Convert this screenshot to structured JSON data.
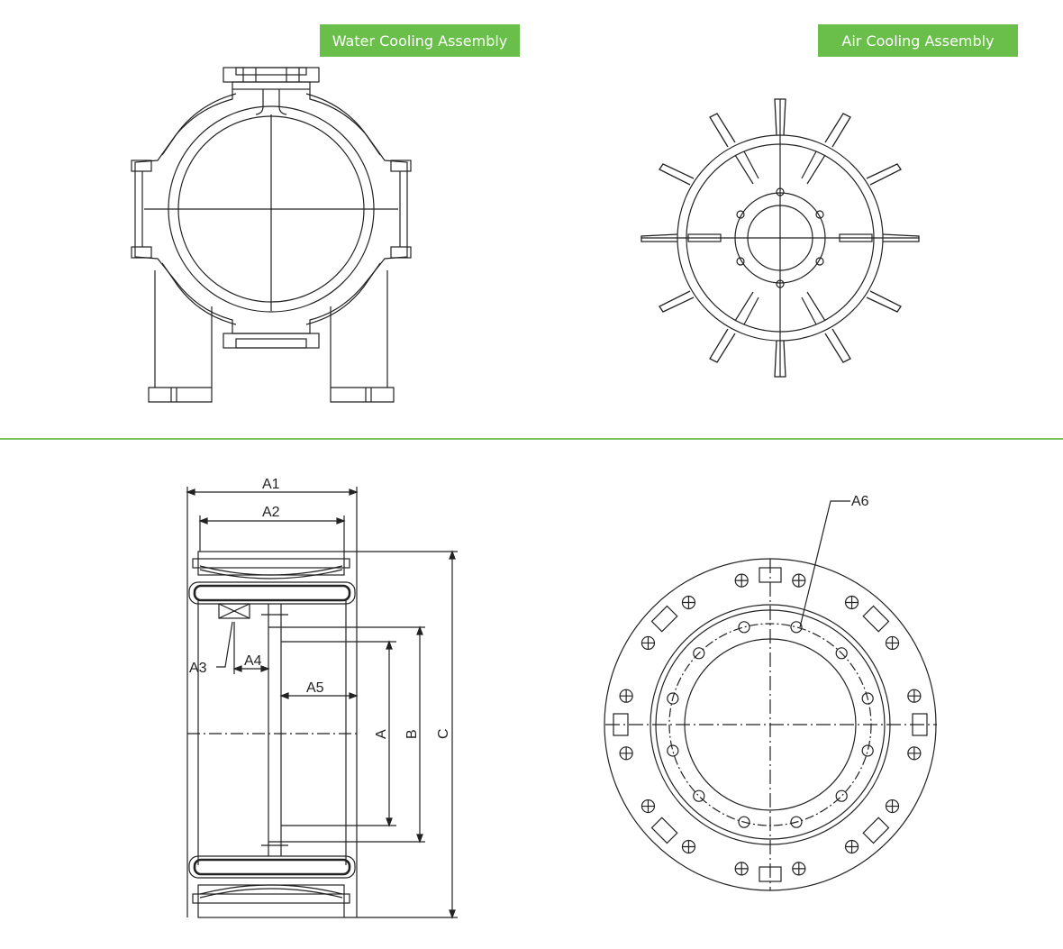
{
  "badges": {
    "water": "Water Cooling Assembly",
    "air": "Air Cooling Assembly"
  },
  "dimensions": {
    "a1": "A1",
    "a2": "A2",
    "a3": "A3",
    "a4": "A4",
    "a5": "A5",
    "a6": "A6",
    "a": "A",
    "b": "B",
    "c": "C"
  },
  "colors": {
    "accent": "#6abf4b",
    "divider": "#7cc35f",
    "line": "#222222"
  }
}
